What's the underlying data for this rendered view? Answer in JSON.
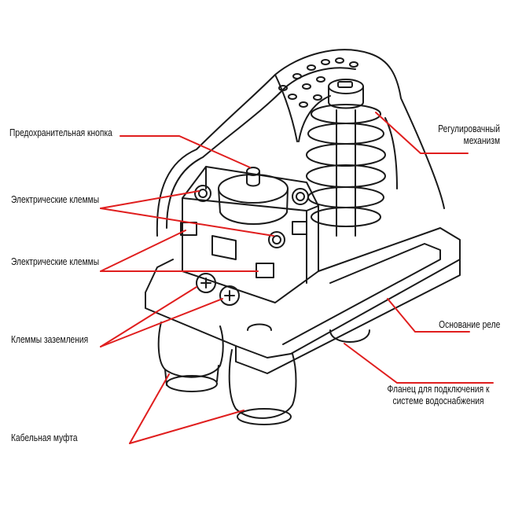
{
  "labels": {
    "safety_button": "Предохранительная кнопка",
    "electric_terminals_1": "Электрические клеммы",
    "electric_terminals_2": "Электрические клеммы",
    "ground_terminals": "Клеммы заземления",
    "cable_sleeve": "Кабельная муфта",
    "adjusting_mechanism_line1": "Регулировачный",
    "adjusting_mechanism_line2": "механизм",
    "relay_base": "Основание реле",
    "flange_line1": "Фланец для подключения к",
    "flange_line2": "системе водоснабжения"
  },
  "colors": {
    "leader": "#e01e1e",
    "drawing": "#1a1a1a",
    "background": "#ffffff"
  }
}
